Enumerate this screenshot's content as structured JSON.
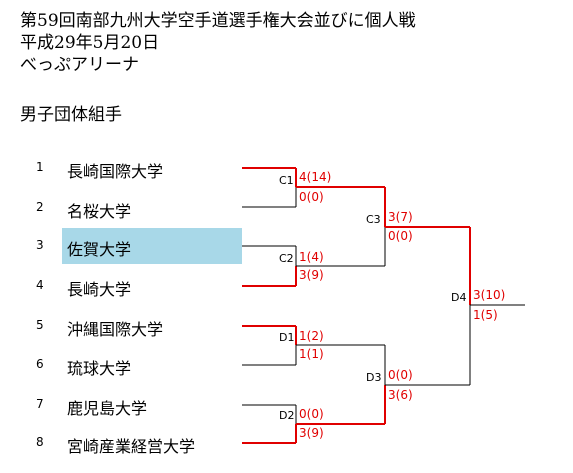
{
  "header": {
    "title": "第59回南部九州大学空手道選手権大会並びに個人戦",
    "date": "平成29年5月20日",
    "venue": "べっぷアリーナ"
  },
  "section_title": "男子団体組手",
  "teams": [
    {
      "seed": "1",
      "name": "長崎国際大学",
      "highlight": false
    },
    {
      "seed": "2",
      "name": "名桜大学",
      "highlight": false
    },
    {
      "seed": "3",
      "name": "佐賀大学",
      "highlight": true
    },
    {
      "seed": "4",
      "name": "長崎大学",
      "highlight": false
    },
    {
      "seed": "5",
      "name": "沖縄国際大学",
      "highlight": false
    },
    {
      "seed": "6",
      "name": "琉球大学",
      "highlight": false
    },
    {
      "seed": "7",
      "name": "鹿児島大学",
      "highlight": false
    },
    {
      "seed": "8",
      "name": "宮崎産業経営大学",
      "highlight": false
    }
  ],
  "matches": {
    "C1": {
      "label": "C1",
      "top_score": "4(14)",
      "bottom_score": "0(0)"
    },
    "C2": {
      "label": "C2",
      "top_score": "1(4)",
      "bottom_score": "3(9)"
    },
    "D1": {
      "label": "D1",
      "top_score": "1(2)",
      "bottom_score": "1(1)"
    },
    "D2": {
      "label": "D2",
      "top_score": "0(0)",
      "bottom_score": "3(9)"
    },
    "C3": {
      "label": "C3",
      "top_score": "3(7)",
      "bottom_score": "0(0)"
    },
    "D3": {
      "label": "D3",
      "top_score": "0(0)",
      "bottom_score": "3(6)"
    },
    "D4": {
      "label": "D4",
      "top_score": "3(10)",
      "bottom_score": "1(5)"
    }
  },
  "colors": {
    "winner_line": "#e00000",
    "loser_line": "#000000",
    "highlight": "#a8d8e8",
    "score_text": "#e00000"
  }
}
